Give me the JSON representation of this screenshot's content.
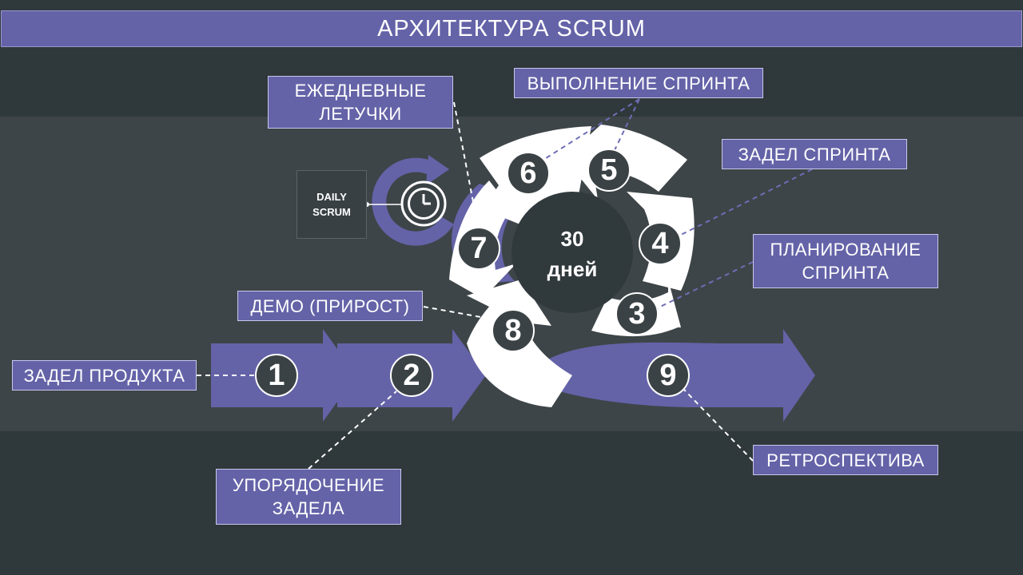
{
  "title": "АРХИТЕКТУРА SCRUM",
  "center": {
    "line1": "30",
    "line2": "дней"
  },
  "daily_scrum": "DAILY\nSCRUM",
  "steps": [
    {
      "num": "1",
      "label": "ЗАДЕЛ ПРОДУКТА"
    },
    {
      "num": "2",
      "label": "УПОРЯДОЧЕНИЕ\nЗАДЕЛА"
    },
    {
      "num": "3",
      "label": "ПЛАНИРОВАНИЕ\nСПРИНТА"
    },
    {
      "num": "4",
      "label": "ЗАДЕЛ СПРИНТА"
    },
    {
      "num": "5",
      "label": "ВЫПОЛНЕНИЕ СПРИНТА"
    },
    {
      "num": "6",
      "label": "ВЫПОЛНЕНИЕ СПРИНТА"
    },
    {
      "num": "7",
      "label": "ЕЖЕДНЕВНЫЕ\nЛЕТУЧКИ"
    },
    {
      "num": "8",
      "label": "ДЕМО (ПРИРОСТ)"
    },
    {
      "num": "9",
      "label": "РЕТРОСПЕКТИВА"
    }
  ],
  "colors": {
    "accent_purple": "#6463a8",
    "label_border": "#c8c7ec",
    "background_dark": "#2f383a",
    "background_mid": "#3e4548",
    "ring_white": "#ffffff",
    "circle_fill": "#3b4245"
  },
  "icons": {
    "daily_scrum_icon": "clock-icon"
  }
}
